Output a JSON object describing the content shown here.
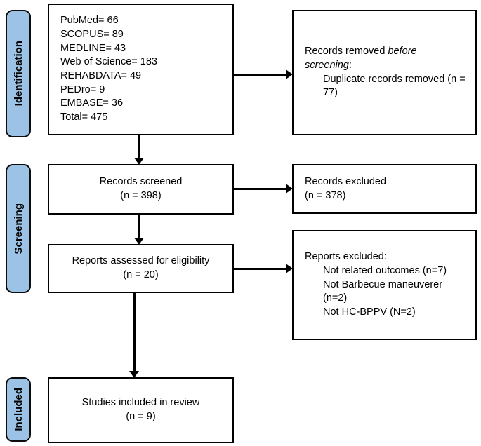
{
  "diagram": {
    "type": "prisma-flow-diagram",
    "accent_color": "#9CC3E5",
    "border_color": "#000000",
    "background_color": "#FFFFFF"
  },
  "stages": {
    "identification": "Identification",
    "screening": "Screening",
    "included": "Included"
  },
  "boxes": {
    "sources": {
      "lines": [
        "PubMed= 66",
        "SCOPUS= 89",
        "MEDLINE= 43",
        "Web of Science= 183",
        "REHABDATA= 49",
        "PEDro= 9",
        "EMBASE= 36",
        "Total= 475"
      ]
    },
    "records_removed": {
      "title_prefix": "Records removed ",
      "title_italic": "before screening",
      "title_suffix": ":",
      "detail": "Duplicate records removed (n = 77)"
    },
    "records_screened": {
      "title": "Records screened",
      "count": "(n = 398)"
    },
    "records_excluded": {
      "title": "Records excluded",
      "count": "(n = 378)"
    },
    "reports_eligibility": {
      "title": "Reports assessed for eligibility",
      "count": "(n = 20)"
    },
    "reports_excluded": {
      "title": "Reports excluded:",
      "reasons": [
        "Not related outcomes (n=7)",
        "Not Barbecue maneuverer (n=2)",
        "Not HC-BPPV (N=2)"
      ]
    },
    "studies_included": {
      "title": "Studies included in review",
      "count": "(n = 9)"
    }
  },
  "arrows": {
    "sources_to_removed": "arrow-right",
    "screened_to_excluded": "arrow-right",
    "eligibility_to_excluded": "arrow-right",
    "sources_to_screened": "arrow-down",
    "screened_to_eligibility": "arrow-down",
    "eligibility_to_included": "arrow-down"
  }
}
